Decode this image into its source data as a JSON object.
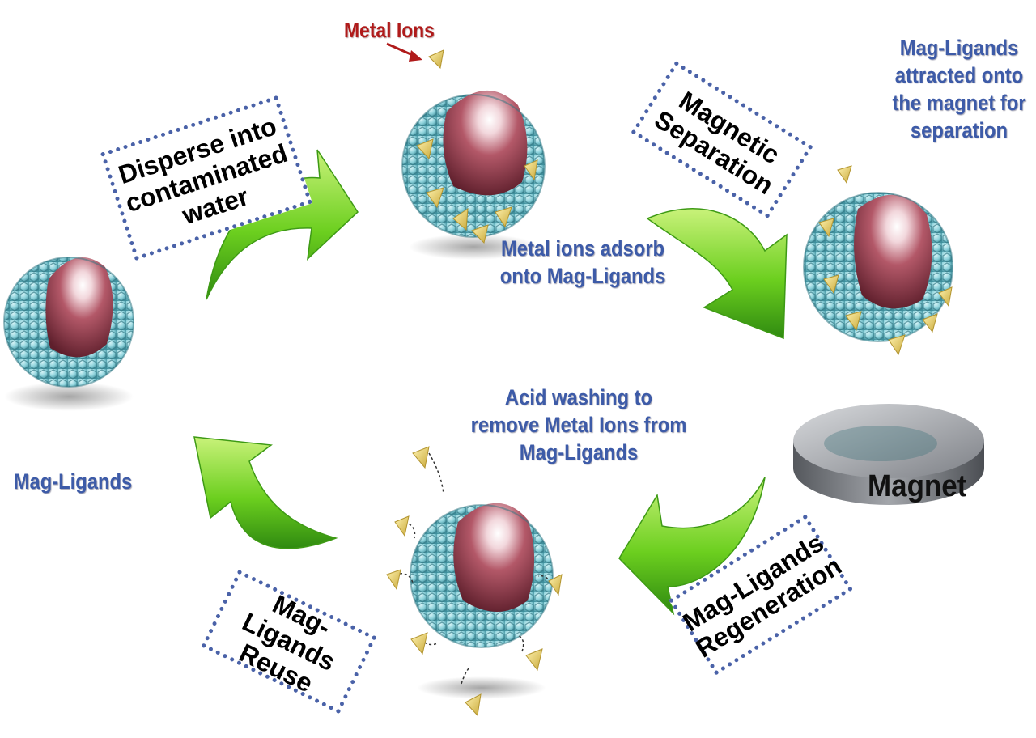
{
  "labels": {
    "metal_ions": "Metal Ions",
    "mag_ligands": "Mag-Ligands",
    "adsorb": "Metal ions adsorb\nonto Mag-Ligands",
    "attracted": "Mag-Ligands\nattracted onto\nthe magnet for\nseparation",
    "acid_washing": "Acid washing to\nremove Metal Ions from\nMag-Ligands",
    "magnet": "Magnet"
  },
  "steps": {
    "disperse": "Disperse into\ncontaminated\nwater",
    "separation": "Magnetic\nSeparation",
    "regeneration": "Mag-Ligands\nRegeneration",
    "reuse": "Mag-Ligands\nReuse"
  },
  "colors": {
    "label_blue": "#3d5ba8",
    "metal_ion_red": "#b01a1a",
    "mesh_cyan": "#8fd3dc",
    "core_maroon": "#8e3a4a",
    "ion_yellow": "#e8d36a",
    "arrow_green": "#6ccf1f",
    "magnet_gray": "#8a8d92",
    "box_border": "#4a62a8"
  }
}
